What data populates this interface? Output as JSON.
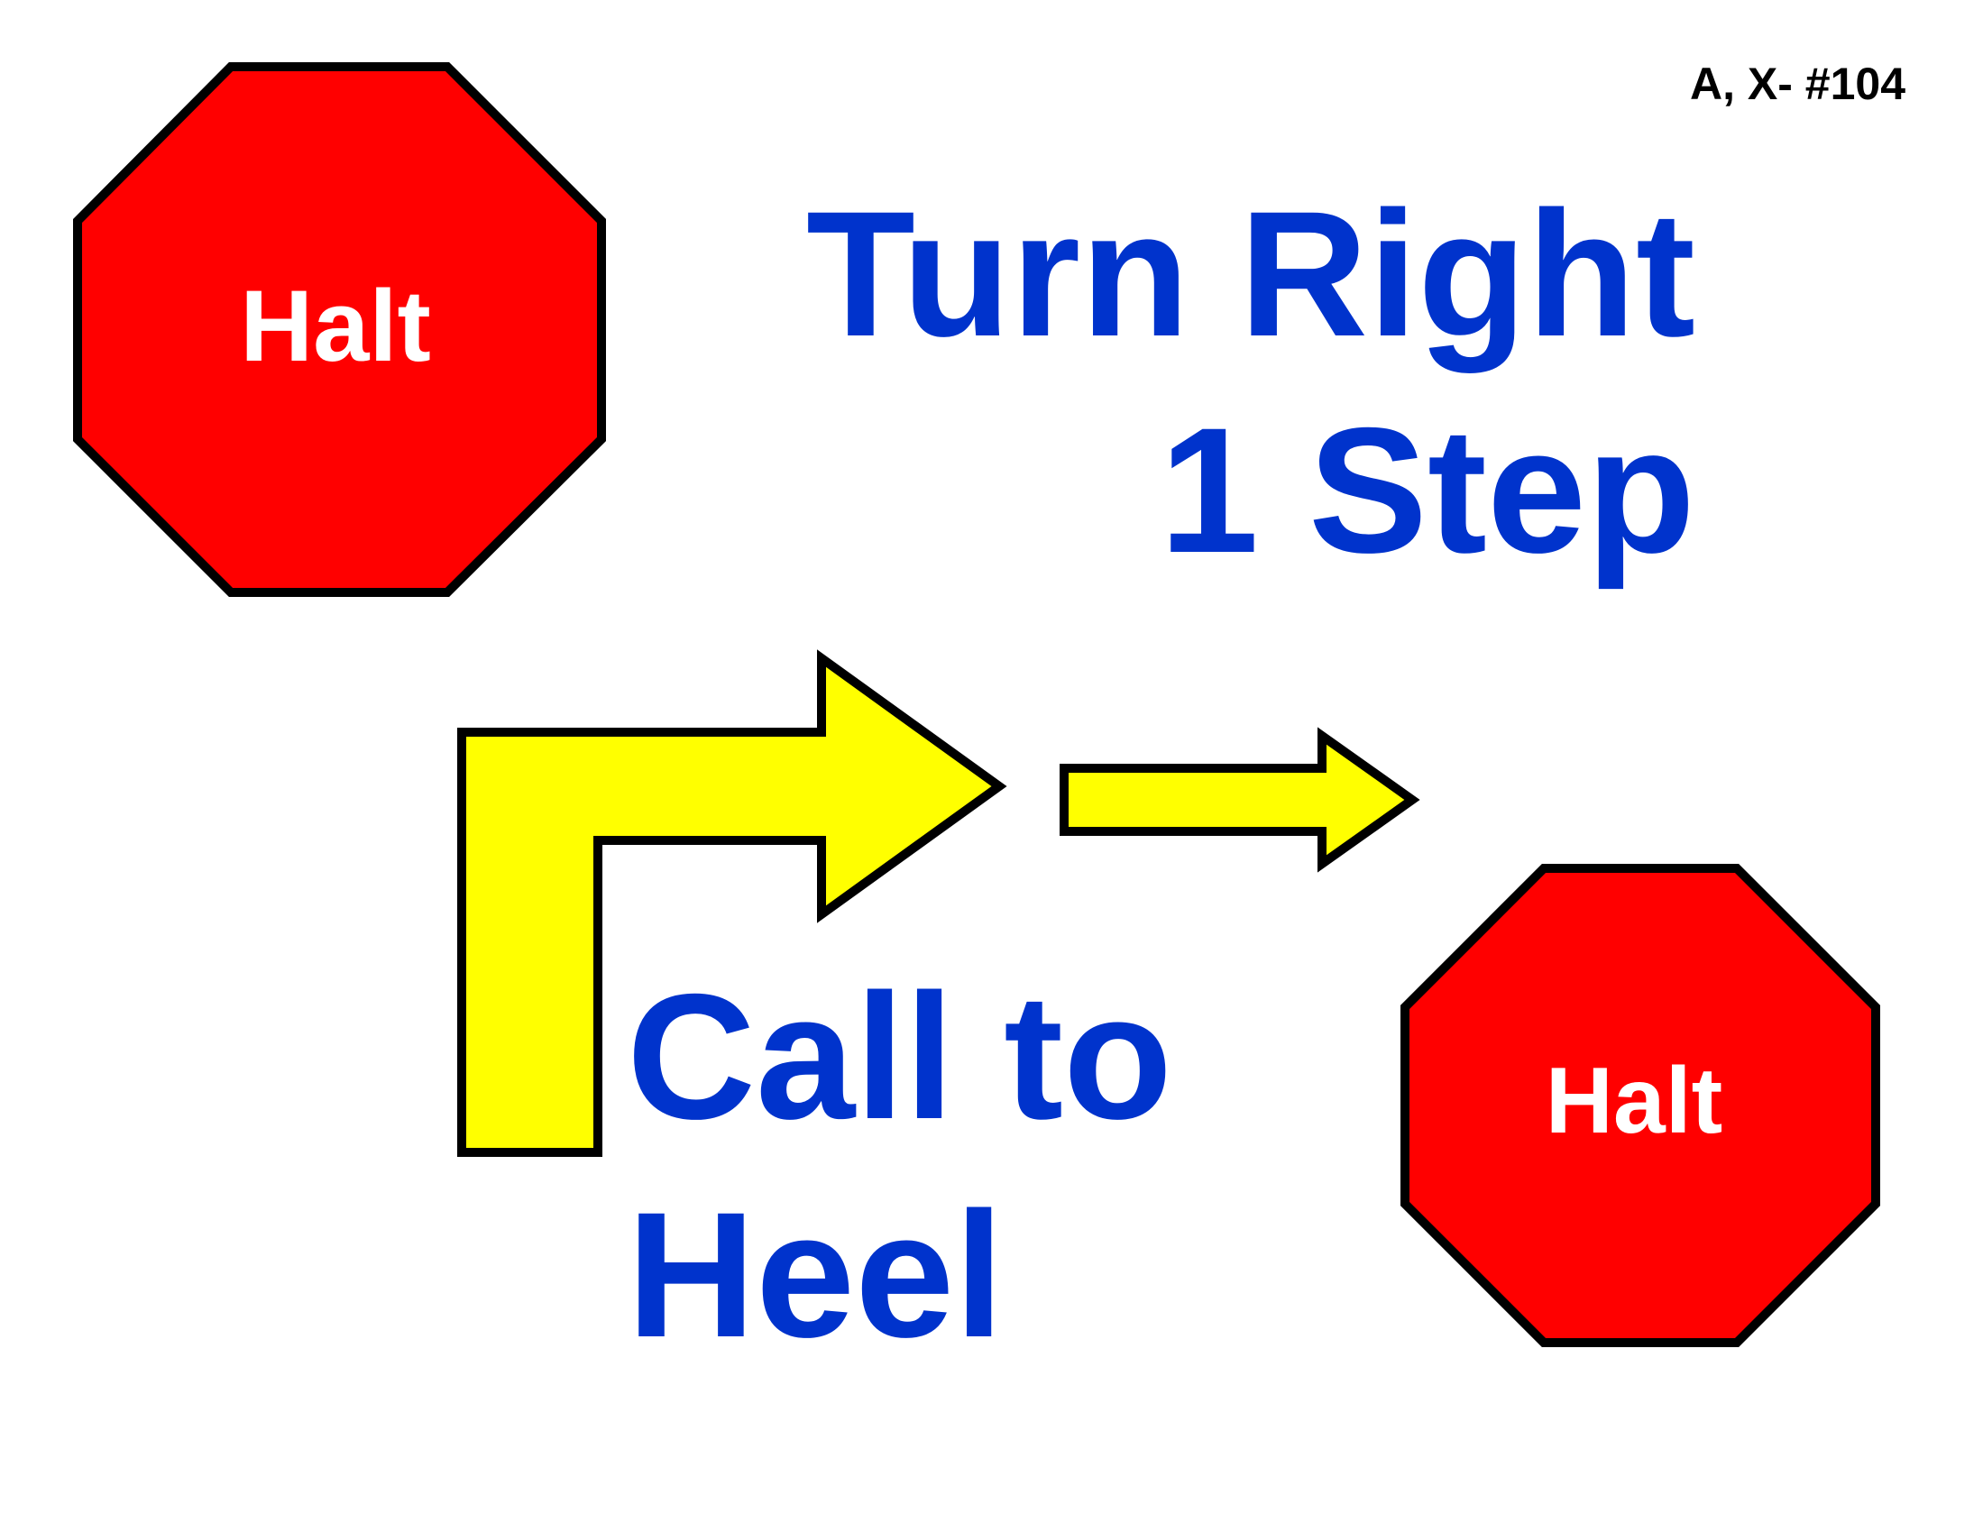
{
  "sign_code": "A, X- #104",
  "title": {
    "line1": "Turn Right",
    "line2": "1 Step"
  },
  "instruction": {
    "line1": "Call to",
    "line2": "Heel"
  },
  "stop_signs": [
    {
      "label": "Halt"
    },
    {
      "label": "Halt"
    }
  ],
  "colors": {
    "stop_fill": "#ff0000",
    "arrow_fill": "#ffff00",
    "text_blue": "#0033cc",
    "outline": "#000000"
  },
  "icons": [
    "stop-sign-icon",
    "turn-right-arrow-icon",
    "straight-arrow-icon"
  ]
}
